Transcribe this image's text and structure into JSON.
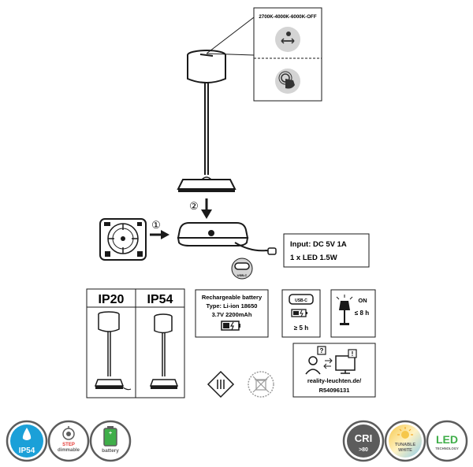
{
  "modes": {
    "sequence": "2700K-4000K-6000K-OFF"
  },
  "steps": {
    "one": "①",
    "two": "②"
  },
  "power": {
    "input": "Input: DC 5V 1A",
    "led": "1 x LED 1.5W"
  },
  "connector": {
    "usb_label": "USB-C"
  },
  "ip": {
    "left": "IP20",
    "right": "IP54"
  },
  "battery": {
    "title": "Rechargeable battery",
    "type": "Type: Li-ion 18650",
    "spec": "3.7V 2200mAh"
  },
  "charging": {
    "usb_label": "USB-C",
    "time": "≥ 5 h"
  },
  "runtime": {
    "on_label": "ON",
    "time": "≤ 8 h"
  },
  "website": {
    "url": "reality-leuchten.de/",
    "code": "R54096131"
  },
  "badges": {
    "ip54": "IP54",
    "step": "STEP",
    "dimmable": "dimmable",
    "battery": "battery",
    "cri": "CRI",
    "cri_value": ">80",
    "tunable": "TUNABLE",
    "white": "WHITE",
    "led": "LED",
    "technology": "TECHNOLOGY"
  },
  "colors": {
    "line": "#1a1a1a",
    "badge_gray": "#5c5c5c",
    "badge_blue": "#1ba0d8",
    "badge_green": "#3fae49",
    "badge_red": "#e53935",
    "panel_gray": "#d4d4d4"
  }
}
